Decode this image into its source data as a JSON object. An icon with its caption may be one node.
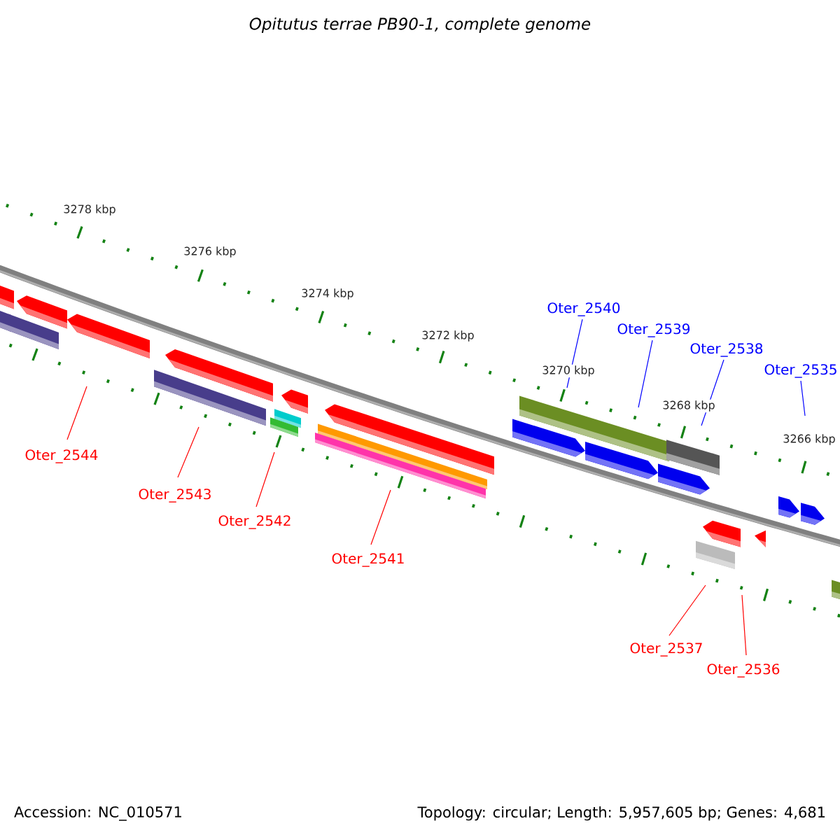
{
  "diagram": {
    "title": "Opitutus terrae PB90-1, complete genome",
    "nodes": [
      {
        "text": [
          "Oter_2544"
        ]
      },
      {
        "text": [
          "Oter_2543"
        ]
      },
      {
        "text": [
          "Oter_2542"
        ]
      },
      {
        "text": [
          "Oter_2541"
        ]
      },
      {
        "text": [
          "Oter_2540"
        ]
      },
      {
        "text": [
          "Oter_2539"
        ]
      },
      {
        "text": [
          "Oter_2538"
        ]
      },
      {
        "text": [
          "Oter_2535"
        ]
      },
      {
        "text": [
          "Oter_2537"
        ]
      },
      {
        "text": [
          "Oter_2536"
        ]
      }
    ],
    "edges": [
      {
        "from": 0,
        "to": null,
        "arrow": "none",
        "color": "#ff0000"
      },
      {
        "from": 1,
        "to": null,
        "arrow": "none",
        "color": "#ff0000"
      },
      {
        "from": 2,
        "to": null,
        "arrow": "none",
        "color": "#ff0000"
      },
      {
        "from": 3,
        "to": null,
        "arrow": "none",
        "color": "#ff0000"
      },
      {
        "from": 4,
        "to": null,
        "arrow": "none",
        "color": "#0000ff"
      },
      {
        "from": 5,
        "to": null,
        "arrow": "none",
        "color": "#0000ff"
      },
      {
        "from": 6,
        "to": null,
        "arrow": "none",
        "color": "#0000ff"
      },
      {
        "from": 7,
        "to": null,
        "arrow": "none",
        "color": "#0000ff"
      },
      {
        "from": 8,
        "to": null,
        "arrow": "none",
        "color": "#ff0000"
      },
      {
        "from": 9,
        "to": null,
        "arrow": "none",
        "color": "#ff0000"
      }
    ],
    "labels": [
      "3278 kbp",
      "3276 kbp",
      "3274 kbp",
      "3272 kbp",
      "3270 kbp",
      "3268 kbp",
      "3266 kbp",
      "Accession: NC_010571",
      "Topology: circular; Length: 5,957,605 bp; Genes: 4,681"
    ]
  }
}
